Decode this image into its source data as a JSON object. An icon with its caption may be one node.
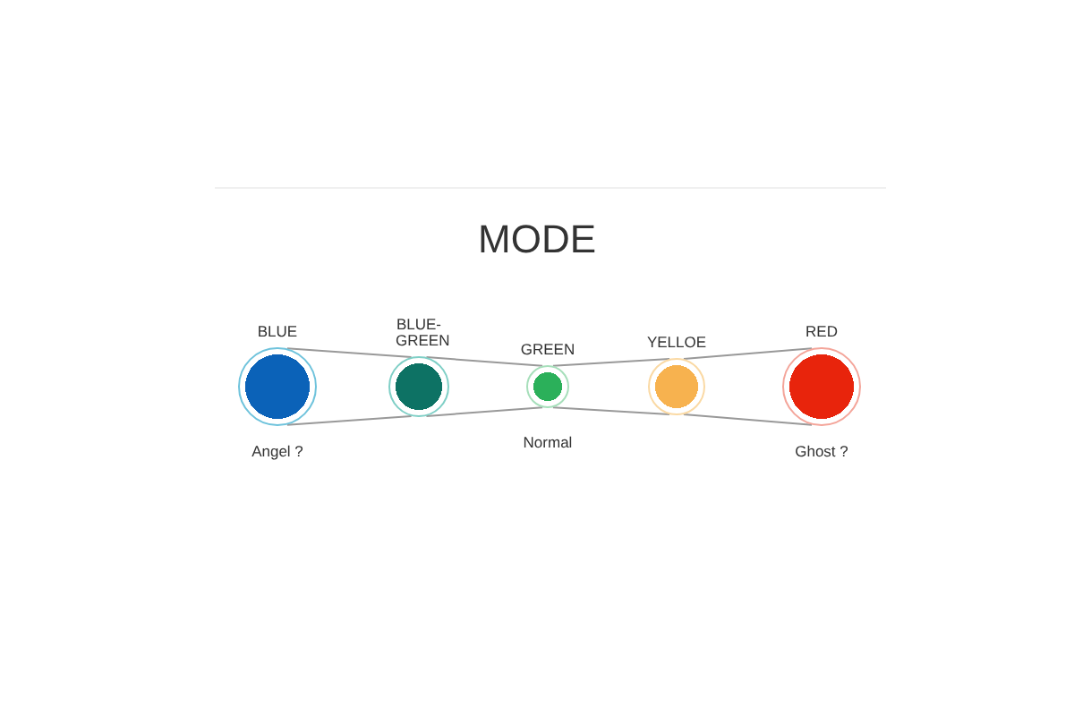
{
  "diagram": {
    "title": "MODE",
    "nodes": [
      {
        "text": [
          "BLUE"
        ],
        "beside": [
          "Angel ?"
        ]
      },
      {
        "text": [
          "BLUE-GREEN"
        ]
      },
      {
        "text": [
          "GREEN"
        ],
        "beside": [
          "Normal"
        ]
      },
      {
        "text": [
          "YELLOE"
        ]
      },
      {
        "text": [
          "RED"
        ],
        "beside": [
          "Ghost ?"
        ]
      }
    ],
    "edges": [
      {
        "from": 0,
        "to": 1,
        "arrow": "none"
      },
      {
        "from": 0,
        "to": 1,
        "arrow": "none"
      },
      {
        "from": 1,
        "to": 2,
        "arrow": "none"
      },
      {
        "from": 1,
        "to": 2,
        "arrow": "none"
      },
      {
        "from": 2,
        "to": 3,
        "arrow": "none"
      },
      {
        "from": 2,
        "to": 3,
        "arrow": "none"
      },
      {
        "from": 3,
        "to": 4,
        "arrow": "none"
      },
      {
        "from": 3,
        "to": 4,
        "arrow": "none"
      }
    ]
  }
}
